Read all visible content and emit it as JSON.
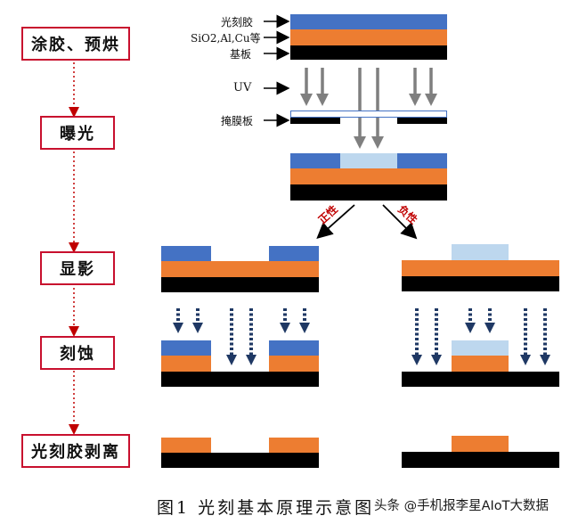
{
  "steps": [
    "涂胶、预烘",
    "曝光",
    "显影",
    "刻蚀",
    "光刻胶剥离"
  ],
  "labels": {
    "photoresist": "光刻胶",
    "film": "SiO2,Al,Cu等",
    "substrate": "基板",
    "uv": "UV",
    "mask": "掩膜板"
  },
  "branches": {
    "positive": "正性",
    "negative": "负性"
  },
  "caption": "图1 光刻基本原理示意图",
  "watermark": "头条 @手机报李星AIoT大数据",
  "colors": {
    "step_border": "#c8102e",
    "photoresist": "#4472c4",
    "film": "#ed7d31",
    "substrate": "#000000",
    "exposed_resist": "#bdd7ee",
    "arrows": "#7f7f7f",
    "etch_arrows": "#1f3864",
    "flow_arrows": "#c00000"
  }
}
